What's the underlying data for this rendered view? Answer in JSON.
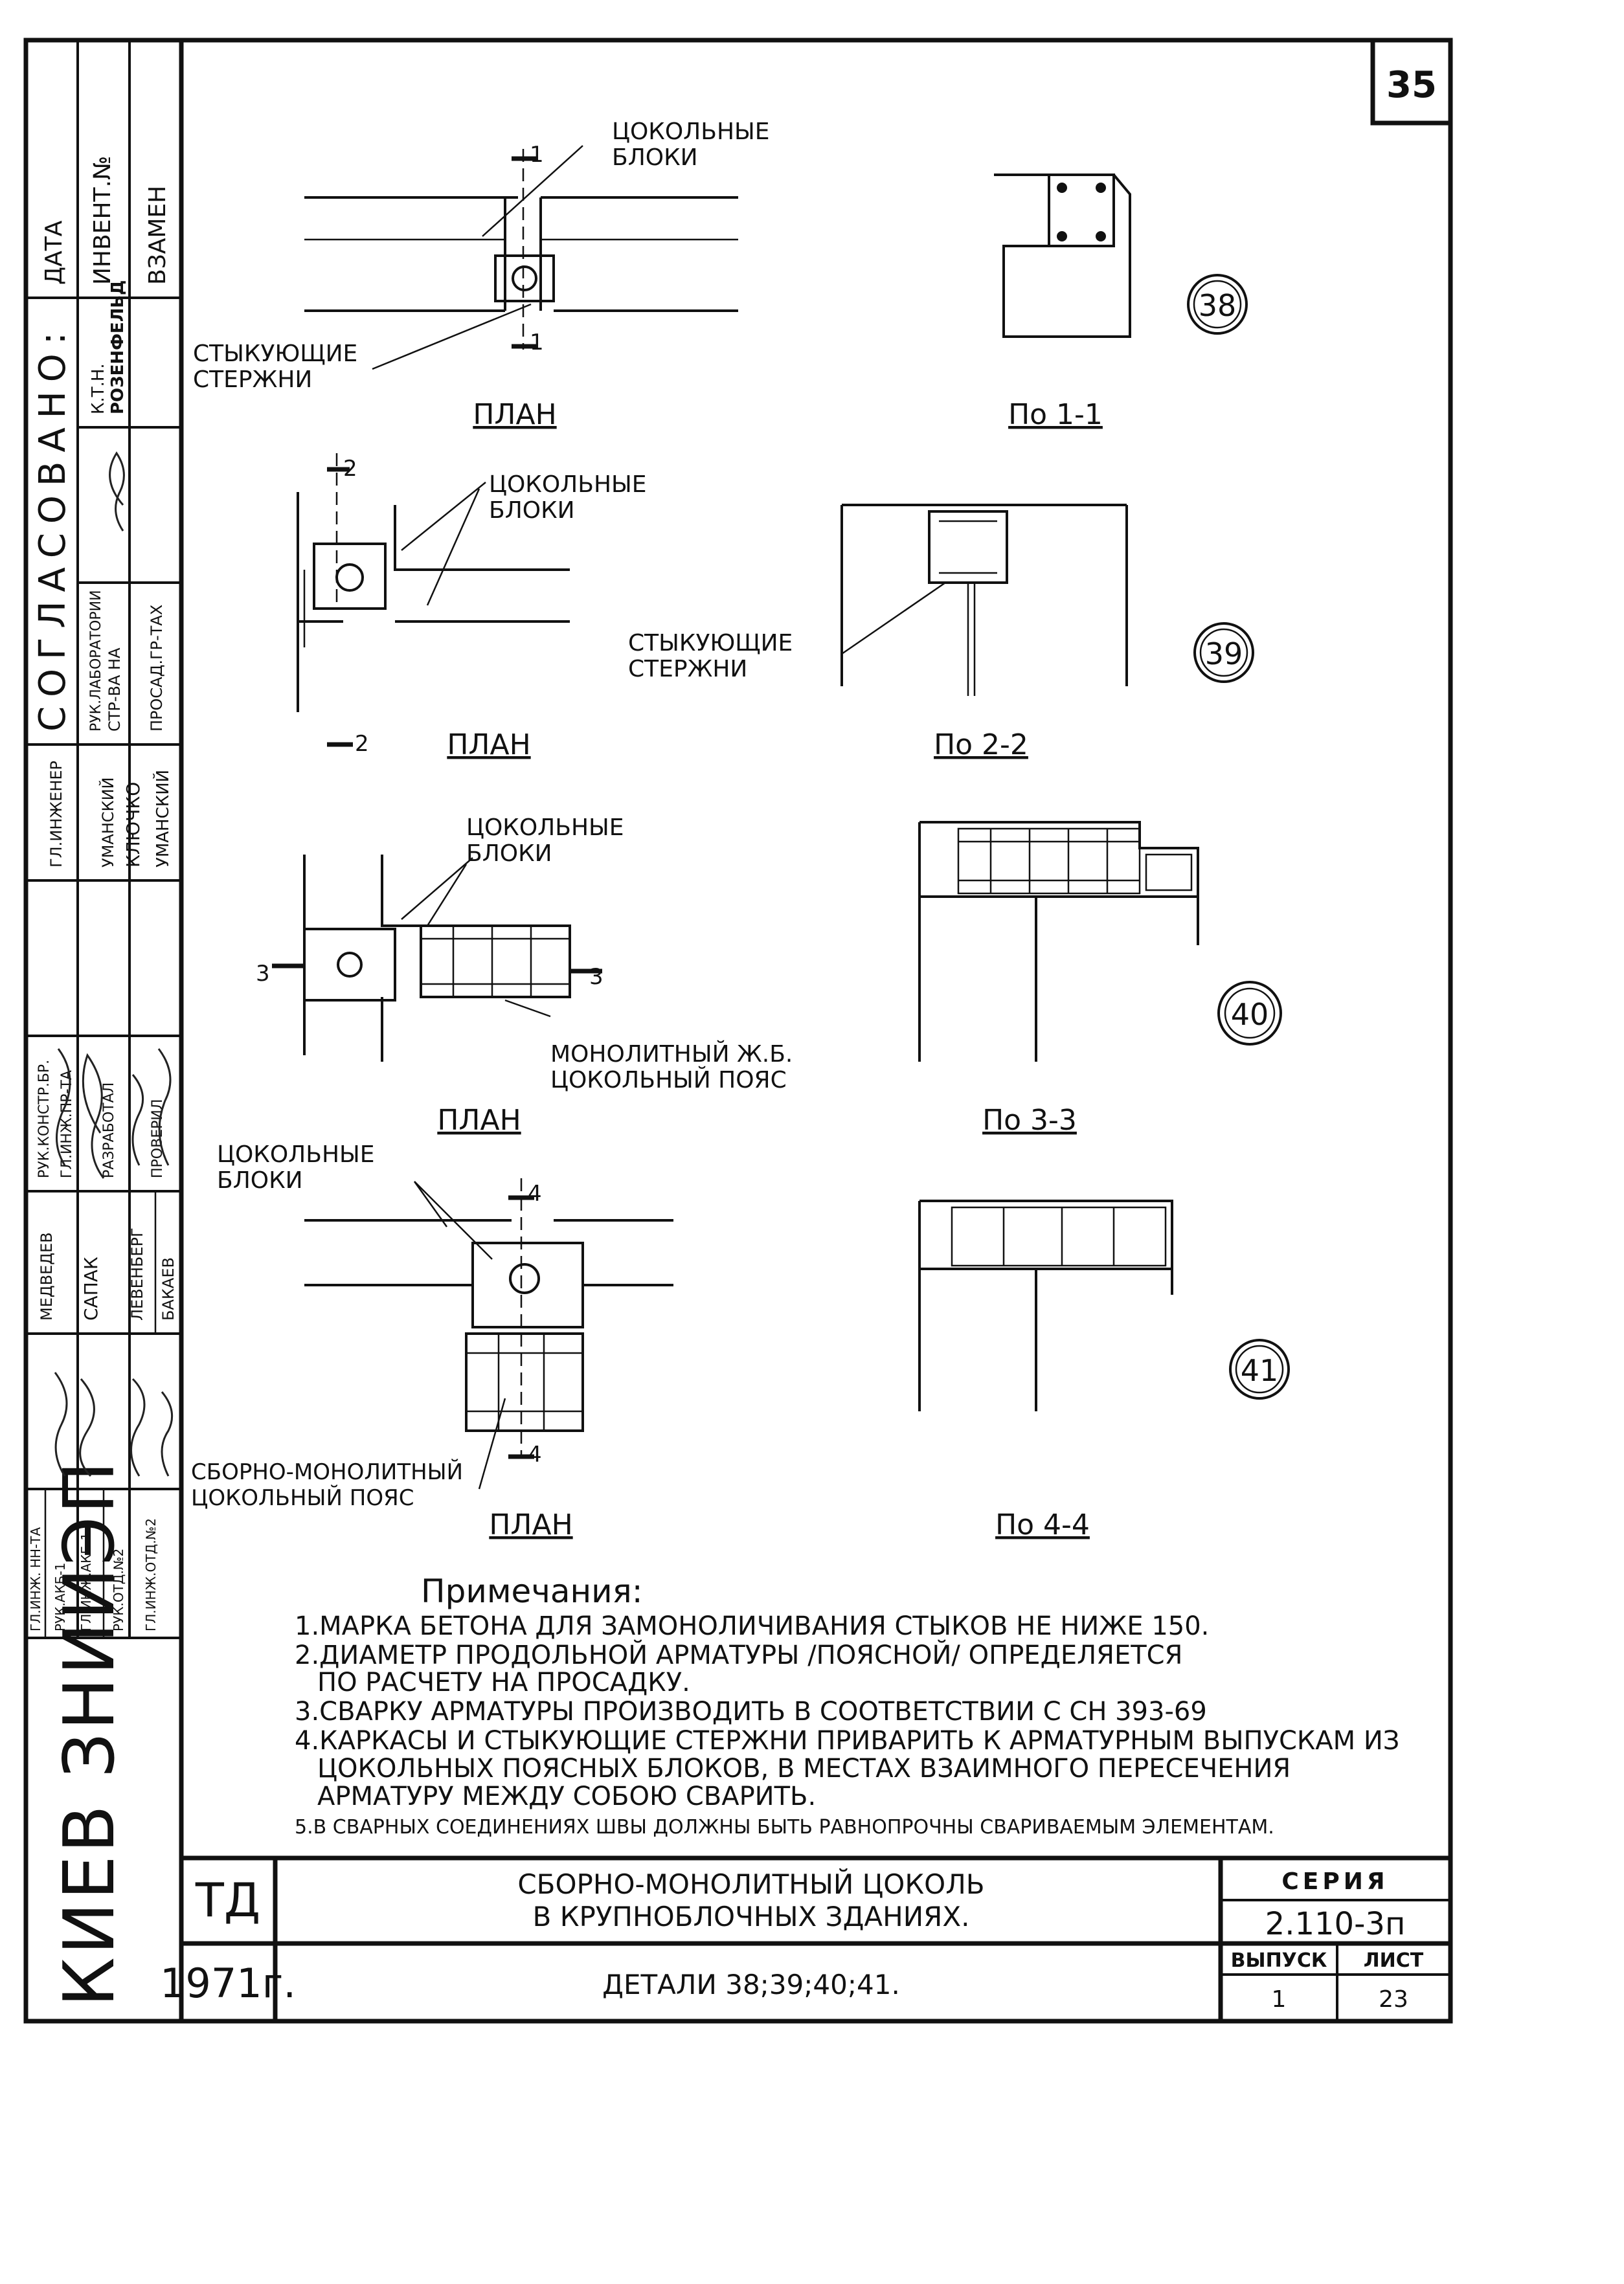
{
  "sheet_number": "35",
  "approval_block": {
    "heading": "СОГЛАСОВАНО:",
    "date_label": "ДАТА",
    "inv_label": "ИНВЕНТ.№",
    "replace_label": "ВЗАМЕН",
    "degree": "К.Т.Н.",
    "person1": "РОЗЕНФЕЛЬД",
    "lab_head": "РУК.ЛАБОРАТОРИИ",
    "lab_name1": "СТР-ВА НА",
    "lab_name2": "ПРОСАД.ГР-ТАХ",
    "chief_engineer": "ГЛ.ИНЖЕНЕР",
    "name_umanskiy": "УМАНСКИЙ",
    "name_kluchko": "КЛЮЧКО",
    "name_umanskiy2": "УМАНСКИЙ",
    "role_ruk_konstr": "РУК.КОНСТР.БР.",
    "role_gl_inzh_pr": "ГЛ.ИНЖ.ПР-ТА",
    "role_razrabotal": "РАЗРАБОТАЛ",
    "role_proveril": "ПРОВЕРИЛ",
    "name_medvedev": "МЕДВЕДЕВ",
    "name_sapak": "САПАК",
    "name_levenberg": "ЛЕВЕНБЕРГ",
    "name_bakaev": "БАКАЕВ",
    "role_gl_inzh_nta": "ГЛ.ИНЖ. НН-ТА",
    "role_ruk_akb": "РУК.АКБ-1",
    "role_gl_inzh_akb": "ГЛ.ИНЖ.АКБ-1",
    "role_ruk_otd": "РУК.ОТД.№2",
    "role_gl_inzh_otd": "ГЛ.ИНЖ.ОТД.№2",
    "org": "КИЕВ ЗНИИЭП"
  },
  "details": [
    {
      "num": "38",
      "plan_label": "ПЛАН",
      "section_label": "По 1-1",
      "cut_top": "1",
      "cut_bottom": "1",
      "blocks_label": [
        "ЦОКОЛЬНЫЕ",
        "БЛОКИ"
      ],
      "rods_label": [
        "СТЫКУЮЩИЕ",
        "СТЕРЖНИ"
      ]
    },
    {
      "num": "39",
      "plan_label": "ПЛАН",
      "section_label": "По 2-2",
      "cut_top": "2",
      "cut_bottom": "2",
      "blocks_label": [
        "ЦОКОЛЬНЫЕ",
        "БЛОКИ"
      ],
      "rods_label": [
        "СТЫКУЮЩИЕ",
        "СТЕРЖНИ"
      ]
    },
    {
      "num": "40",
      "plan_label": "ПЛАН",
      "section_label": "По 3-3",
      "cut_left": "3",
      "cut_right": "3",
      "blocks_label": [
        "ЦОКОЛЬНЫЕ",
        "БЛОКИ"
      ],
      "belt_label": [
        "МОНОЛИТНЫЙ Ж.Б.",
        "ЦОКОЛЬНЫЙ ПОЯС"
      ]
    },
    {
      "num": "41",
      "plan_label": "ПЛАН",
      "section_label": "По 4-4",
      "cut_top": "4",
      "cut_bottom": "4",
      "blocks_label": [
        "ЦОКОЛЬНЫЕ",
        "БЛОКИ"
      ],
      "belt_label": [
        "СБОРНО-МОНОЛИТНЫЙ",
        "ЦОКОЛЬНЫЙ ПОЯС"
      ]
    }
  ],
  "notes": {
    "title": "Примечания:",
    "lines": [
      "1.МАРКА БЕТОНА ДЛЯ ЗАМОНОЛИЧИВАНИЯ СТЫКОВ НЕ НИЖЕ 150.",
      "2.ДИАМЕТР ПРОДОЛЬНОЙ АРМАТУРЫ /ПОЯСНОЙ/ ОПРЕДЕЛЯЕТСЯ",
      "ПО РАСЧЕТУ НА ПРОСАДКУ.",
      "3.СВАРКУ АРМАТУРЫ ПРОИЗВОДИТЬ В СООТВЕТСТВИИ С СН 393-69",
      "4.КАРКАСЫ И СТЫКУЮЩИЕ СТЕРЖНИ ПРИВАРИТЬ К АРМАТУРНЫМ ВЫПУСКАМ ИЗ",
      "ЦОКОЛЬНЫХ ПОЯСНЫХ БЛОКОВ, В МЕСТАХ ВЗАИМНОГО ПЕРЕСЕЧЕНИЯ",
      "АРМАТУРУ МЕЖДУ СОБОЮ СВАРИТЬ.",
      "5.В СВАРНЫХ СОЕДИНЕНИЯХ ШВЫ ДОЛЖНЫ БЫТЬ РАВНОПРОЧНЫ СВАРИВАЕМЫМ ЭЛЕМЕНТАМ."
    ]
  },
  "title_block": {
    "code": "ТД",
    "year": "1971г.",
    "title_line1": "СБОРНО-МОНОЛИТНЫЙ ЦОКОЛЬ",
    "title_line2": "В КРУПНОБЛОЧНЫХ ЗДАНИЯХ.",
    "subtitle": "ДЕТАЛИ 38;39;40;41.",
    "series_label": "СЕРИЯ",
    "series_value": "2.110-3п",
    "issue_label": "ВЫПУСК",
    "issue_value": "1",
    "sheet_label": "ЛИСТ",
    "sheet_value": "23"
  }
}
